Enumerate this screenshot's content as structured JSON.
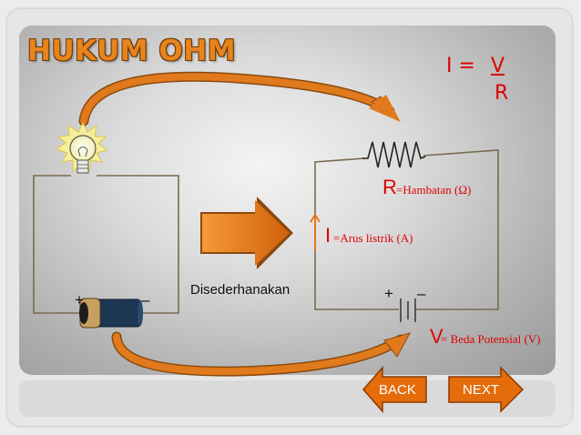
{
  "slide": {
    "title": "HUKUM OHM",
    "formula": {
      "lhs": "I = ",
      "numerator": "V",
      "denominator": "R"
    },
    "left_circuit": {
      "plus": "+",
      "minus": "–"
    },
    "simplify_label": "Disederhanakan",
    "right_circuit": {
      "resistor": {
        "symbol": "R",
        "note": "=Hambatan (Ω)"
      },
      "current": {
        "symbol": "I",
        "note": "=Arus listrik (A)"
      },
      "battery": {
        "plus": "+",
        "minus": "–"
      },
      "voltage": {
        "symbol": "V",
        "note": "= Beda Potensial (V)"
      }
    }
  },
  "nav": {
    "back_label": "BACK",
    "next_label": "NEXT"
  },
  "colors": {
    "accent": "#e8841c",
    "arrow": "#d86f12",
    "formula": "#e00000",
    "wire": "#7a6a50",
    "nav_fill": "#e46c0a"
  },
  "icons": {
    "lamp": "light-bulb-icon",
    "battery": "battery-icon",
    "resistor": "resistor-icon"
  }
}
